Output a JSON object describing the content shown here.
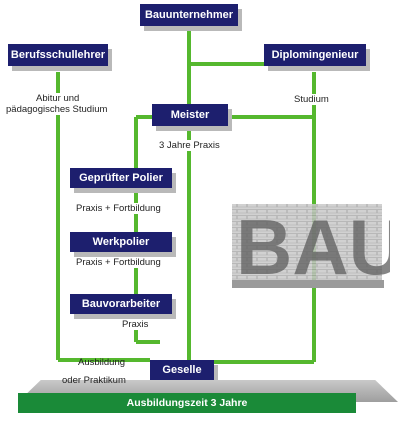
{
  "boxes": {
    "bauunternehmer": "Bauunternehmer",
    "berufsschullehrer": "Berufsschullehrer",
    "diplomingenieur": "Diplomingenieur",
    "meister": "Meister",
    "gepruefter_polier": "Geprüfter Polier",
    "werkpolier": "Werkpolier",
    "bauvorarbeiter": "Bauvorarbeiter",
    "geselle": "Geselle"
  },
  "labels": {
    "abitur_line1": "Abitur und",
    "abitur_line2": "pädagogisches Studium",
    "studium": "Studium",
    "praxis_3_jahre": "3 Jahre Praxis",
    "praxis_fortbildung_1": "Praxis + Fortbildung",
    "praxis_fortbildung_2": "Praxis + Fortbildung",
    "praxis": "Praxis",
    "ausbildung": "Ausbildung",
    "oder_praktikum": "oder Praktikum"
  },
  "footer": {
    "ausbildungszeit": "Ausbildungszeit 3 Jahre"
  },
  "image_text": "BAU",
  "colors": {
    "box": "#1d1f6e",
    "line": "#55b82e",
    "bar": "#1a8a38"
  }
}
